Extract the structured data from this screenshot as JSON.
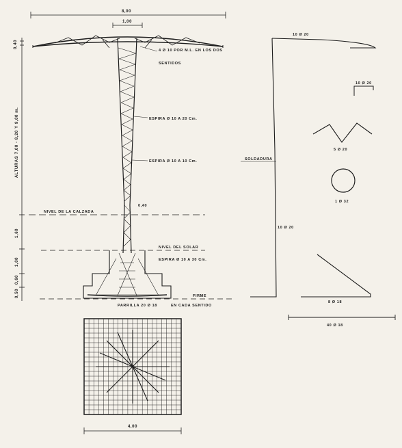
{
  "dimensions": {
    "top_overall_width": "8,00",
    "top_center_width": "1,00",
    "cap_thickness": "0,40",
    "section_at_grade": "0,40",
    "base_plan_width": "4,00",
    "height_label": "ALTURAS 7,00 - 8,20 Y 9,00 m.",
    "level_1": "1,60",
    "level_2": "1,00",
    "level_3": "0,60",
    "level_4": "0,50"
  },
  "annotations": {
    "top_bars": "4 Ø 10 POR M.L. EN LOS DOS",
    "top_bars_2": "SENTIDOS",
    "spiral_upper": "ESPIRA Ø 10 A 20 Cm.",
    "spiral_middle": "ESPIRA Ø 10 A 10 Cm.",
    "spiral_lower": "ESPIRA Ø 10 A 30 Cm.",
    "road_level": "NIVEL DE LA CALZADA",
    "slab_level": "NIVEL DEL SOLAR",
    "firm_ground": "FIRME",
    "grid": "PARRILLA 20 Ø 18",
    "grid_2": "EN CADA SENTIDO"
  },
  "bar_details": {
    "long_bar_top": "10 Ø 20",
    "weld_label": "SOLDADURA",
    "long_bar_side": "10 Ø 20",
    "hook_bar": "10 Ø 20",
    "zigzag_bar": "5 Ø 20",
    "ring_bar": "1 Ø 32",
    "bent_bar": "8 Ø 18",
    "footing_bars": "40 Ø 18"
  }
}
